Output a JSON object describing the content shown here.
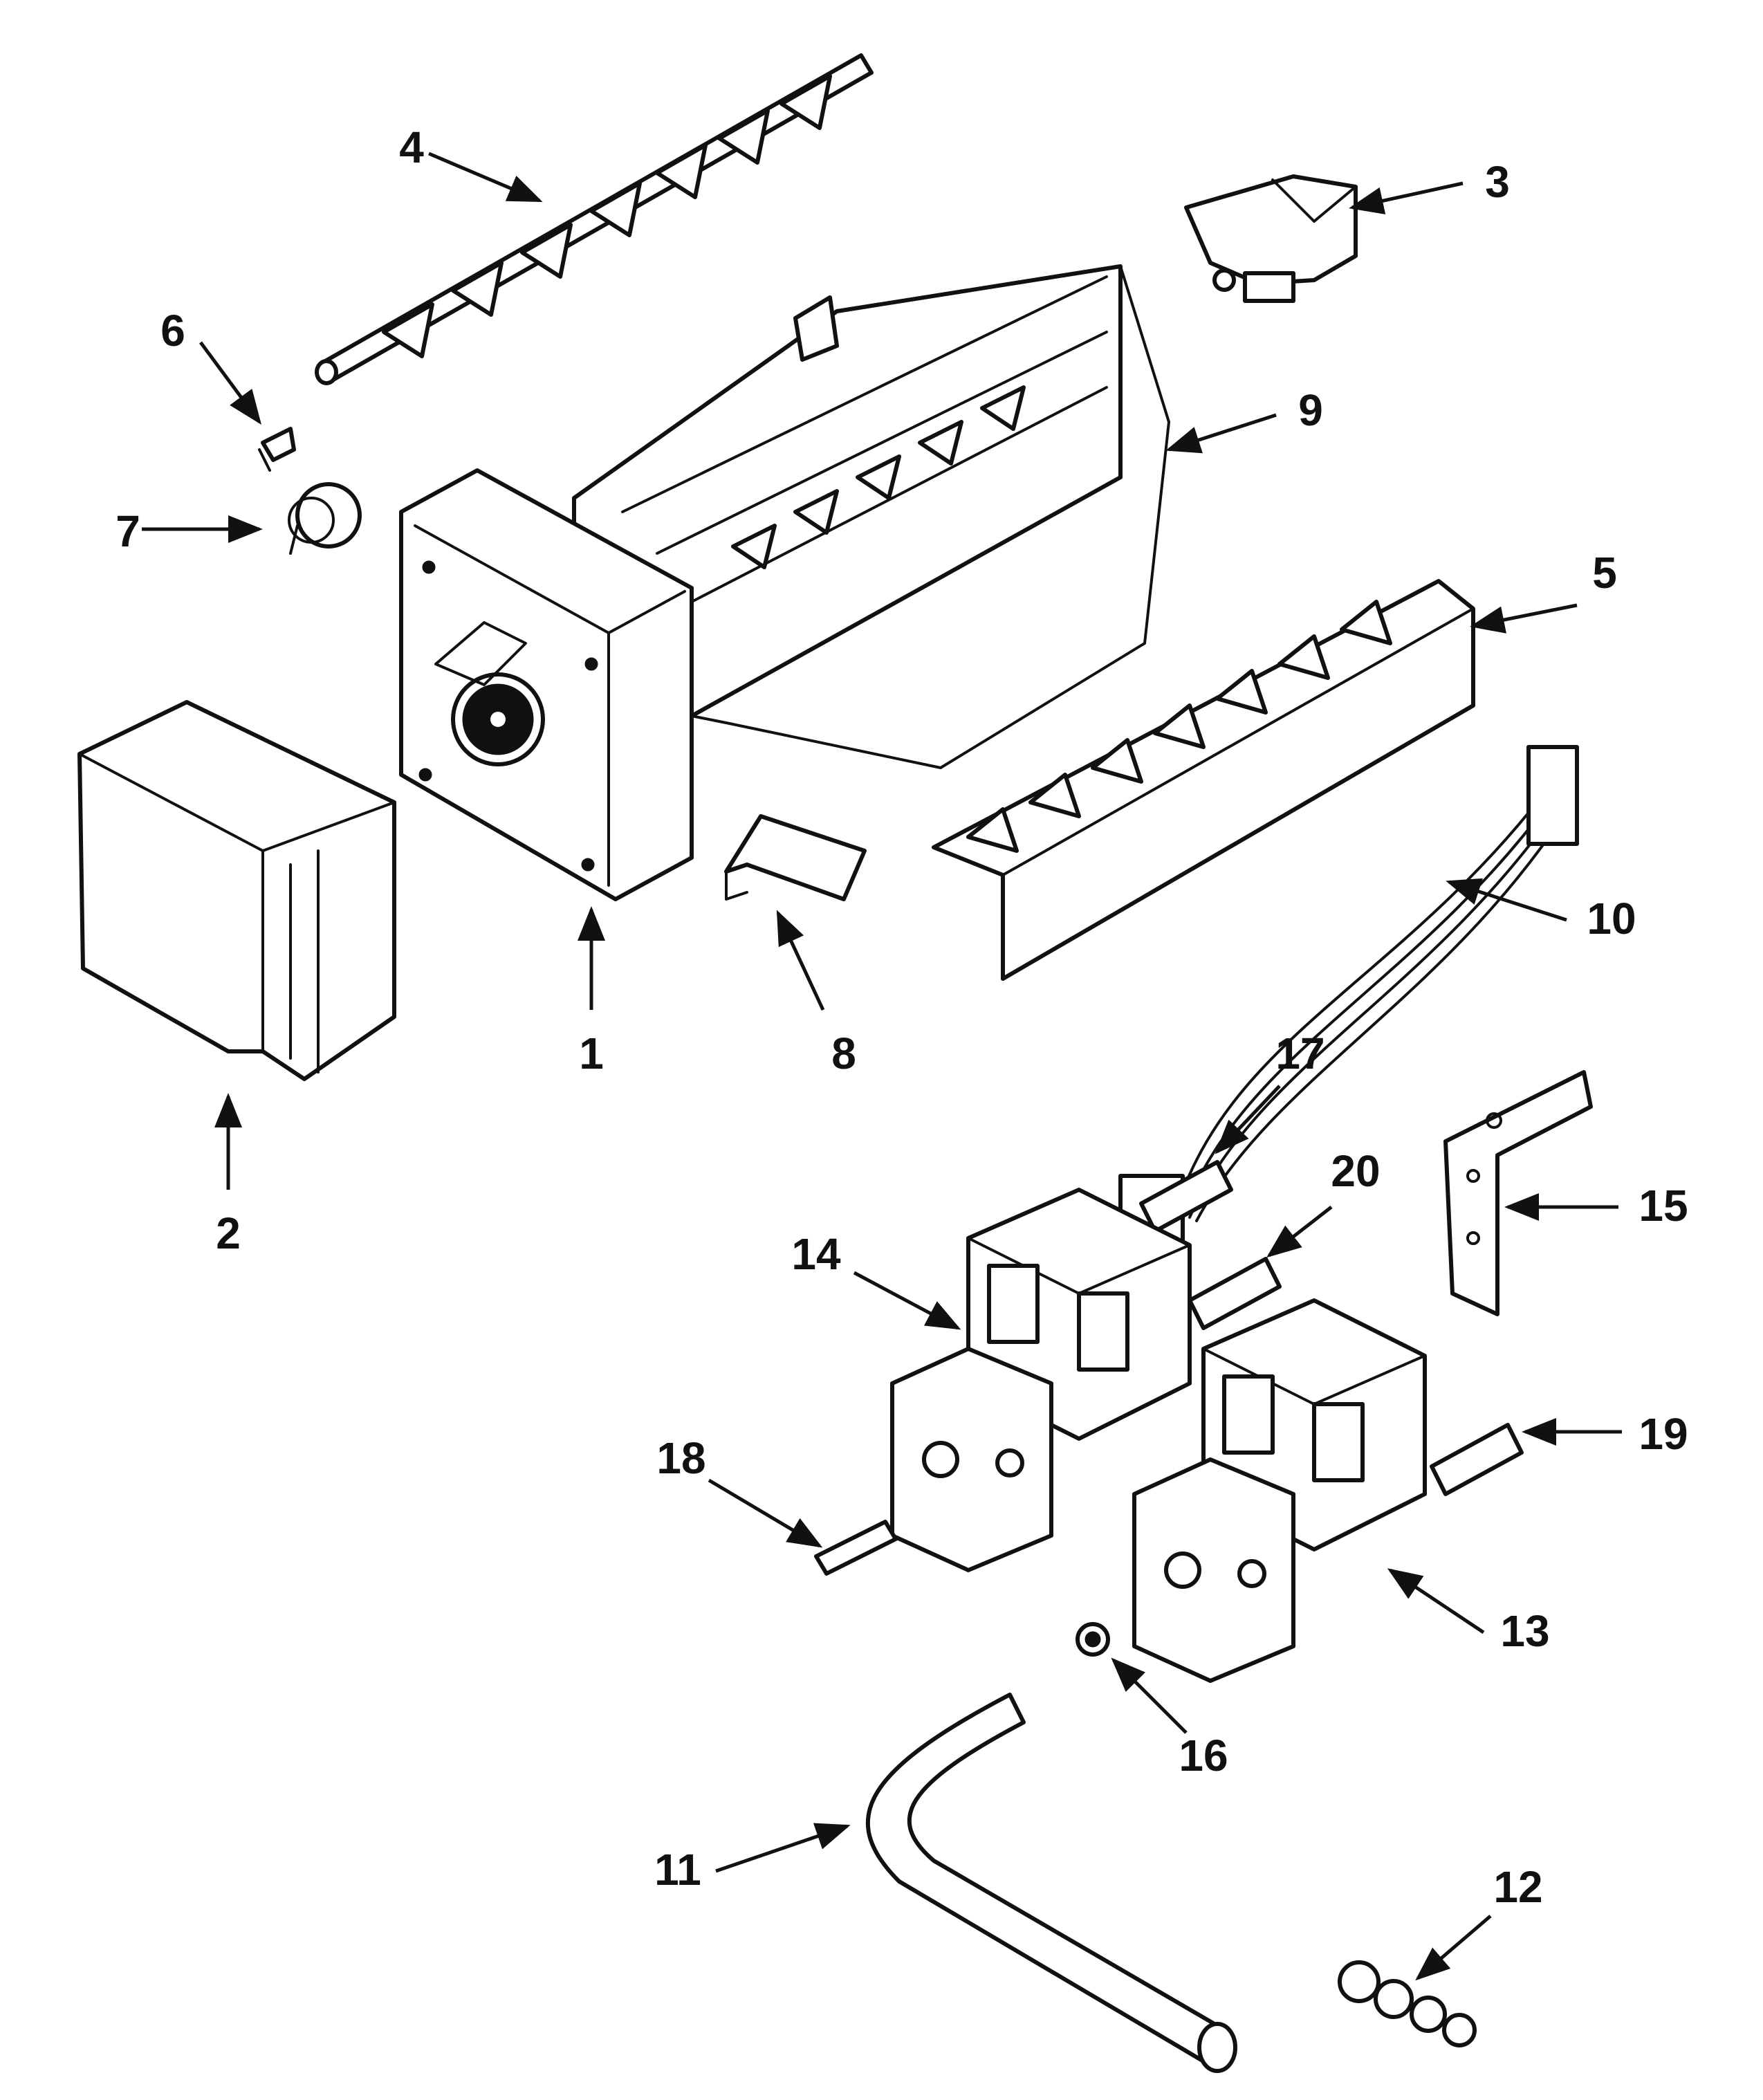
{
  "callouts": [
    {
      "id": "1",
      "label": "1"
    },
    {
      "id": "2",
      "label": "2"
    },
    {
      "id": "3",
      "label": "3"
    },
    {
      "id": "4",
      "label": "4"
    },
    {
      "id": "5",
      "label": "5"
    },
    {
      "id": "6",
      "label": "6"
    },
    {
      "id": "7",
      "label": "7"
    },
    {
      "id": "8",
      "label": "8"
    },
    {
      "id": "9",
      "label": "9"
    },
    {
      "id": "10",
      "label": "10"
    },
    {
      "id": "11",
      "label": "11"
    },
    {
      "id": "12",
      "label": "12"
    },
    {
      "id": "13",
      "label": "13"
    },
    {
      "id": "14",
      "label": "14"
    },
    {
      "id": "15",
      "label": "15"
    },
    {
      "id": "16",
      "label": "16"
    },
    {
      "id": "17",
      "label": "17"
    },
    {
      "id": "18",
      "label": "18"
    },
    {
      "id": "19",
      "label": "19"
    },
    {
      "id": "20",
      "label": "20"
    }
  ],
  "colors": {
    "ink": "#111111",
    "paper": "#ffffff"
  }
}
